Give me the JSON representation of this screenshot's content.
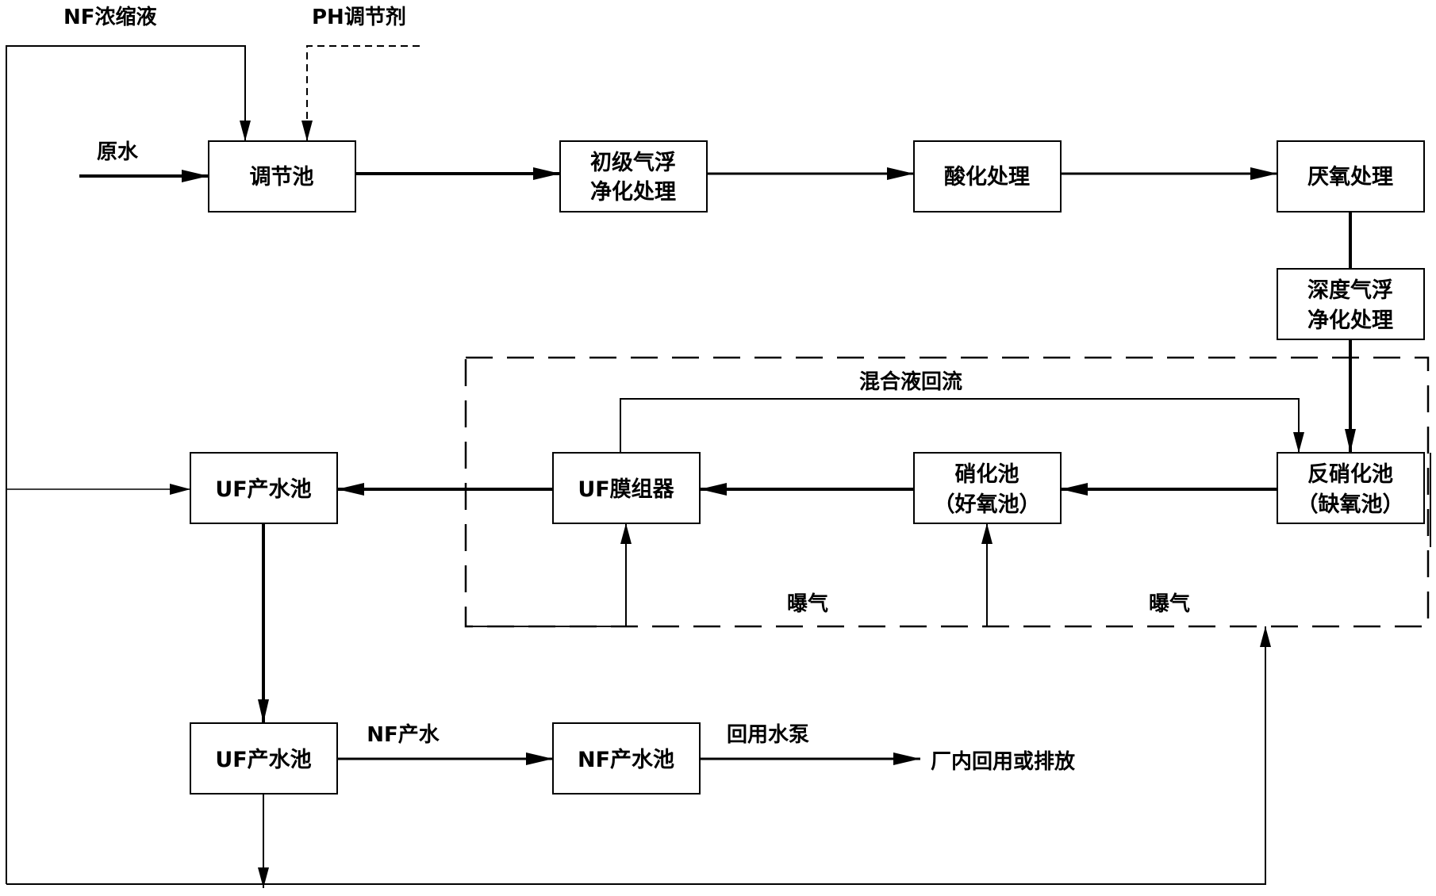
{
  "boxes": {
    "tiaojie": "调节池",
    "chuji": [
      "初级气浮",
      "净化处理"
    ],
    "suanhua": "酸化处理",
    "yanyang": "厌氧处理",
    "shendu": [
      "深度气浮",
      "净化处理"
    ],
    "fanxiao": [
      "反硝化池",
      "（缺氧池）"
    ],
    "xiaohua": [
      "硝化池",
      "（好氧池）"
    ],
    "uf_module": "UF膜组器",
    "uf_pool1": "UF产水池",
    "uf_pool2": "UF产水池",
    "nf_pool": "NF产水池"
  },
  "labels": {
    "nf_concentrate": "NF浓缩液",
    "ph_regulator": "PH调节剂",
    "raw_water": "原水",
    "mixed_return": "混合液回流",
    "aeration_1": "曝气",
    "aeration_2": "曝气",
    "nf_product": "NF产水",
    "reuse_pump": "回用水泵",
    "destination": "厂内回用或排放"
  }
}
